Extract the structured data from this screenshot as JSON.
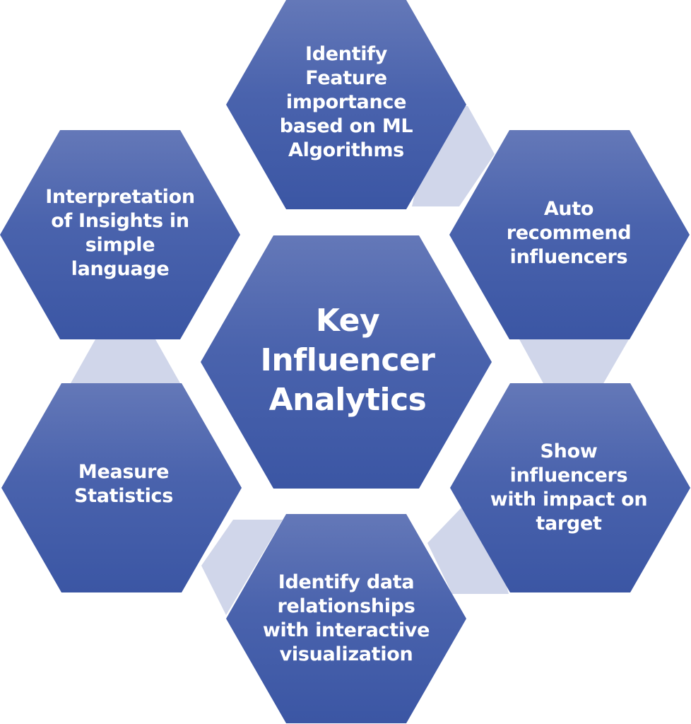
{
  "colors": {
    "hex_top": "#6478b8",
    "hex_bottom": "#3b56a4",
    "connector": "#d0d6ea",
    "text": "#ffffff"
  },
  "center": {
    "label": "Key\nInfluencer\nAnalytics"
  },
  "nodes": {
    "top": {
      "label": "Identify\nFeature\nimportance\nbased on ML\nAlgorithms"
    },
    "upper_right": {
      "label": "Auto\nrecommend\ninfluencers"
    },
    "lower_right": {
      "label": "Show\ninfluencers\nwith impact on\ntarget"
    },
    "bottom": {
      "label": "Identify data\nrelationships\nwith interactive\nvisualization"
    },
    "lower_left": {
      "label": "Measure\nStatistics"
    },
    "upper_left": {
      "label": "Interpretation\nof Insights in\nsimple\nlanguage"
    }
  }
}
